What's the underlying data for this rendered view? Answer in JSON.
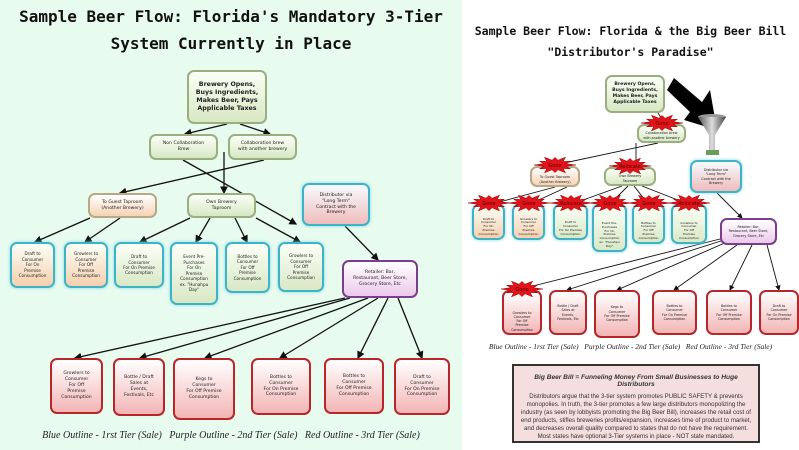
{
  "left": {
    "title_line1": "Sample Beer Flow: Florida's Mandatory 3-Tier",
    "title_line2": "System Currently in Place",
    "nodes": [
      "Brewery  Opens,\nBuys Ingredients,\nMakes Beer, Pays\nApplicable Taxes",
      "Non Collaboration\nBrew",
      "Collaboration brew\nwith another brewery",
      "To Guest Taproom\n(Another Brewery)",
      "Own Brewery\nTaproom",
      "Distributor via\n\"Long Term\"\nContract with the\nBrewery",
      "Draft to\nConsumer\nFor On\nPremise\nConsumption",
      "Growlers to\nConsumer\nFor Off\nPremise\nConsumption",
      "Draft to\nConsumer\nFor On Premise\nConsumption",
      "Event Pre-\nPurchases\nFor On\nPremise\nConsumption\nex. \"Hunahpu\nDay\"",
      "Bottles to\nConsumer\nFor Off\nPremise\nConsumption",
      "Growlers to\nConsumer\nFor Off\nPremise\nConsumption",
      "Retailer: Bar,\nRestaurant, Beer Store,\nGrocery Store, Etc",
      "Growlers to\nConsumer\nFor Off\nPremise\nConsumption",
      "Bottle / Draft\nSales at\nEvents,\nFestivals, Etc",
      "Kegs to\nConsumer\nFor Off Premise\nConsumption",
      "Bottles to\nConsumer\nFor On Premise\nConsumption",
      "Bottles to\nConsumer\nFor Off Premise\nConsumption",
      "Draft to\nConsumer\nFor On Premise\nConsumption"
    ],
    "legend": "Blue Outline - 1rst Tier (Sale)   Purple Outline - 2nd Tier (Sale)   Red Outline - 3rd Tier (Sale)"
  },
  "right": {
    "title_line1": "Sample Beer Flow: Florida & the Big Beer Bill",
    "title_line2": "\"Distributor's Paradise\"",
    "nodes": [
      "Brewery  Opens,\nBuys Ingredients,\nMakes Beer, Pays\nApplicable Taxes",
      "Collaboration brew\nwith another brewery",
      "To Guest Taproom\n(Another Brewery)",
      "Own Brewery\nTaproom",
      "Distributor via\n\"Long Term\"\nContract with the\nBrewery",
      "Draft to\nConsumer\nFor On\nPremise\nConsumption",
      "Growlers to\nConsumer\nFor Off\nPremise\nConsumption",
      "Draft to\nConsumer\nFor On Premise\nConsumption",
      "Event Pre-\nPurchases\nFor On\nPremise\nConsumption\nex. \"Hunahpu\nDay\"",
      "Bottles to\nConsumer\nFor Off\nPremise\nConsumption",
      "Growlers to\nConsumer\nFor Off\nPremise\nConsumption",
      "Retailer: Bar,\nRestaurant, Beer Store,\nGrocery Store, Etc",
      "Growlers to\nConsumer\nFor Off\nPremise\nConsumption",
      "Bottle / Draft\nSales at\nEvents,\nFestivals, Etc",
      "Kegs to\nConsumer\nFor Off Premise\nConsumption",
      "Bottles to\nConsumer\nFor On Premise\nConsumption",
      "Bottles to\nConsumer\nFor Off Premise\nConsumption",
      "Draft to\nConsumer\nFor On Premise\nConsumption"
    ],
    "burst_labels": {
      "gone": "Gone",
      "relocate": "Relocate"
    },
    "legend": "Blue Outline - 1rst Tier (Sale)   Purple Outline - 2nd Tier (Sale)   Red Outline - 3rd Tier (Sale)",
    "bill_heading": "Big Beer Bill = Funneling Money From Small Businesses to Huge Distributors",
    "bill_text": "Distributors argue that the 3-tier system promotes PUBLIC SAFETY & prevents monopolies. In truth, the 3-tier promotes a few large distributors monopolizing the industry (as seen by lobbyists promoting the Big Beer Bill), increases the retail cost of end products, stifles breweries profits/expansion, increases time of product to market, and decreases overall quality compared to states that do not have the requirement. Most states have optional 3-Tier systems in place - NOT state mandated."
  },
  "colors": {
    "left_bg": "#e8fbef",
    "tier1": "#3fb3c6",
    "tier2": "#7b3d8e",
    "tier3": "#b8262a",
    "burst": "#e0141a"
  }
}
